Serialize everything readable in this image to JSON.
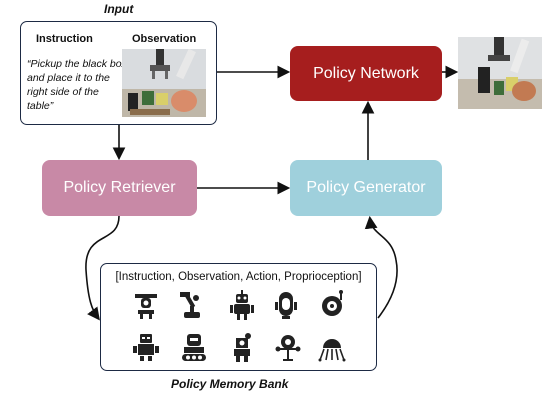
{
  "input": {
    "title": "Input",
    "instruction_header": "Instruction",
    "observation_header": "Observation",
    "instruction_text": "“Pickup the black box and place it to the right side of the table”"
  },
  "nodes": {
    "policy_network": "Policy Network",
    "policy_retriever": "Policy Retriever",
    "policy_generator": "Policy Generator"
  },
  "memory_bank": {
    "fields": "[Instruction, Observation, Action, Proprioception]",
    "title": "Policy Memory Bank",
    "robot_icons": [
      "drone-robot-icon",
      "robotic-arm-icon",
      "humanoid-robot-icon",
      "capsule-robot-icon",
      "round-robot-icon",
      "boxy-robot-icon",
      "tracked-robot-icon",
      "antenna-robot-icon",
      "tripod-robot-icon",
      "spider-robot-icon"
    ]
  },
  "colors": {
    "policy_network": "#a61e1e",
    "policy_retriever": "#c889a6",
    "policy_generator": "#9fd0dc",
    "border": "#1d2a44"
  }
}
